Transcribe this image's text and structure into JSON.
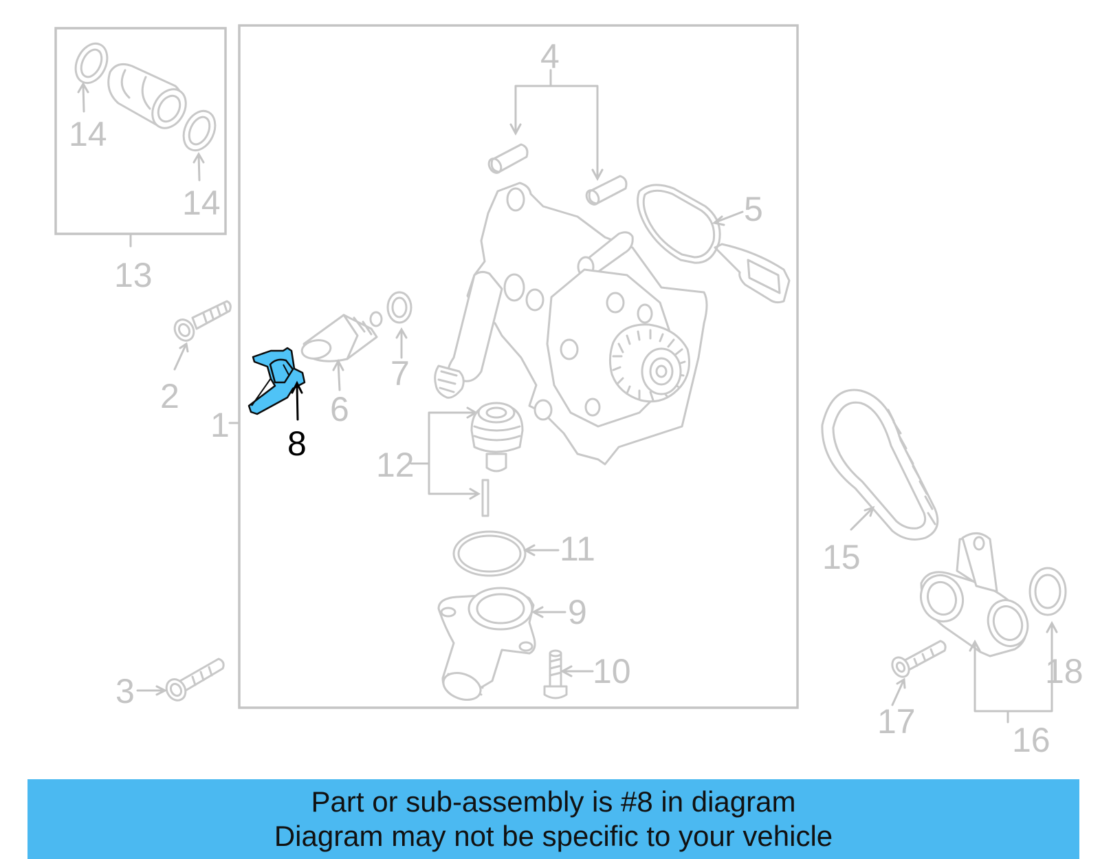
{
  "diagram": {
    "callouts": {
      "c1": "1",
      "c2": "2",
      "c3": "3",
      "c4": "4",
      "c5": "5",
      "c6": "6",
      "c7": "7",
      "c8": "8",
      "c9": "9",
      "c10": "10",
      "c11": "11",
      "c12": "12",
      "c13": "13",
      "c14a": "14",
      "c14b": "14",
      "c15": "15",
      "c16": "16",
      "c17": "17",
      "c18": "18"
    },
    "highlighted_part": "8",
    "colors": {
      "highlight": "#4fc3f7",
      "line_art": "#c8c8c8",
      "banner": "#4bb9f1"
    }
  },
  "banner": {
    "line1": "Part or sub-assembly is #8 in diagram",
    "line2": "Diagram may not be specific to your vehicle"
  }
}
